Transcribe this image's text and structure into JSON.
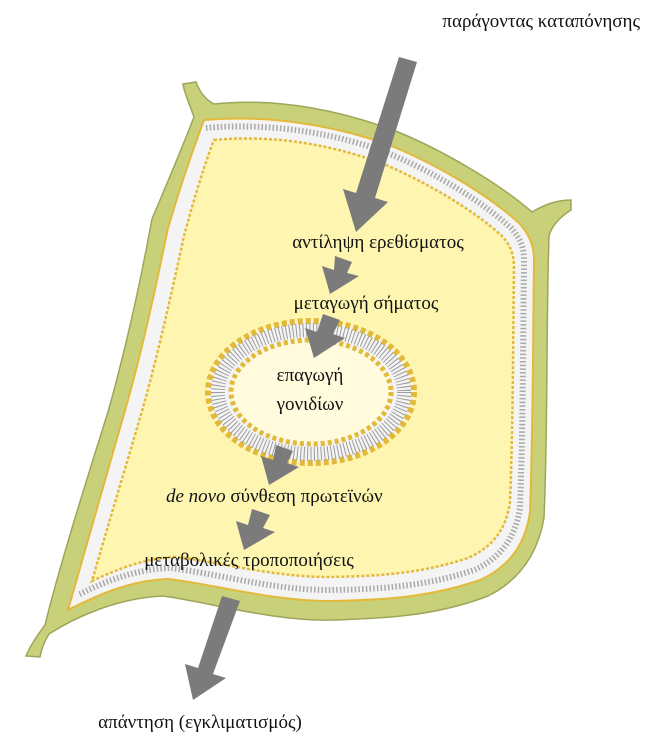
{
  "labels": {
    "stress_factor": "παράγοντας καταπόνησης",
    "perception": "αντίληψη ερεθίσματος",
    "signal_transduction": "μεταγωγή σήματος",
    "gene_induction_line1": "επαγωγή",
    "gene_induction_line2": "γονιδίων",
    "de_novo": "de novo",
    "protein_synthesis": " σύνθεση πρωτεϊνών",
    "metabolic_changes": "μεταβολικές τροποποιήσεις",
    "response": "απάντηση (εγκλιματισμός)"
  },
  "colors": {
    "cell_wall": "#c8d17a",
    "cell_wall_edge": "#9ea55a",
    "membrane_band": "#f4f4f4",
    "lipid_head": "#e2b93a",
    "lipid_tail": "#9b9b9b",
    "cytoplasm": "#fdf5b0",
    "nucleoplasm": "#fffbdc",
    "arrow": "#7b7b7b",
    "text": "#111111"
  }
}
